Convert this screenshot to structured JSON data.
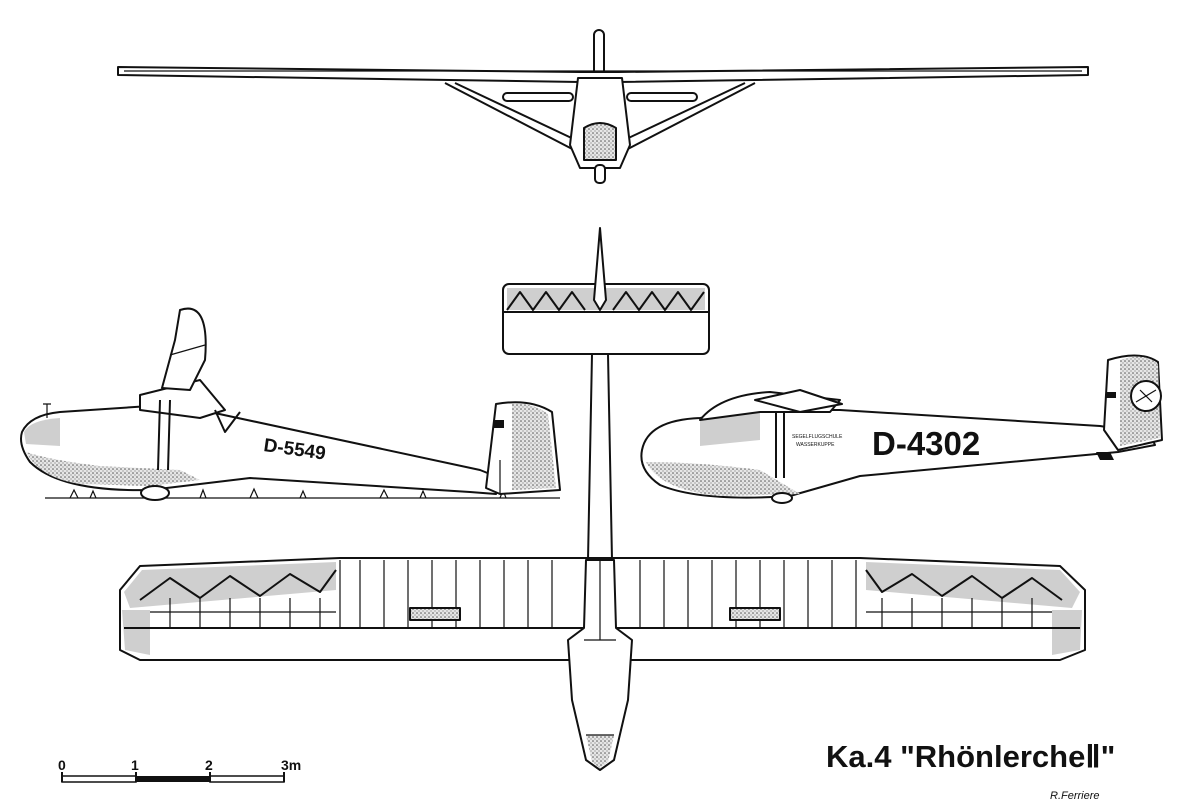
{
  "title": "Ka.4  \"RhönlercheⅡ\"",
  "credit": "R.Ferriere",
  "registrations": {
    "left_side_view": "D-5549",
    "right_side_view": "D-4302"
  },
  "fuselage_lettering": [
    "SEGELFLUGSCHULE",
    "WASSERKUPPE"
  ],
  "scale": {
    "labels": [
      "0",
      "1",
      "2",
      "3m"
    ]
  }
}
